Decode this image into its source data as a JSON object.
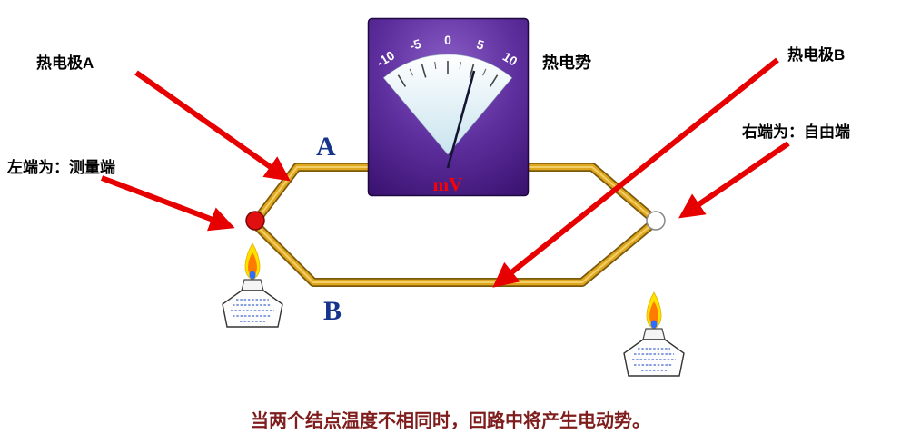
{
  "labels": {
    "electrode_a": "热电极A",
    "electrode_b": "热电极B",
    "thermo_emf": "热电势",
    "left_end": "左端为：测量端",
    "right_end": "右端为：自由端",
    "wire_a": "A",
    "wire_b": "B"
  },
  "meter": {
    "unit": "mV",
    "scale": [
      "-10",
      "-5",
      "0",
      "5",
      "10"
    ]
  },
  "caption": "当两个结点温度不相同时，回路中将产生电动势。",
  "colors": {
    "arrow": "#e60000",
    "wire": "#dfa71d",
    "wire_edge": "#7a5a0a",
    "meter_unit": "#ff0000",
    "wire_label": "#16348c",
    "caption": "#7f1d1d",
    "measuring_junction": "#e01010",
    "free_junction": "#ffffff"
  }
}
